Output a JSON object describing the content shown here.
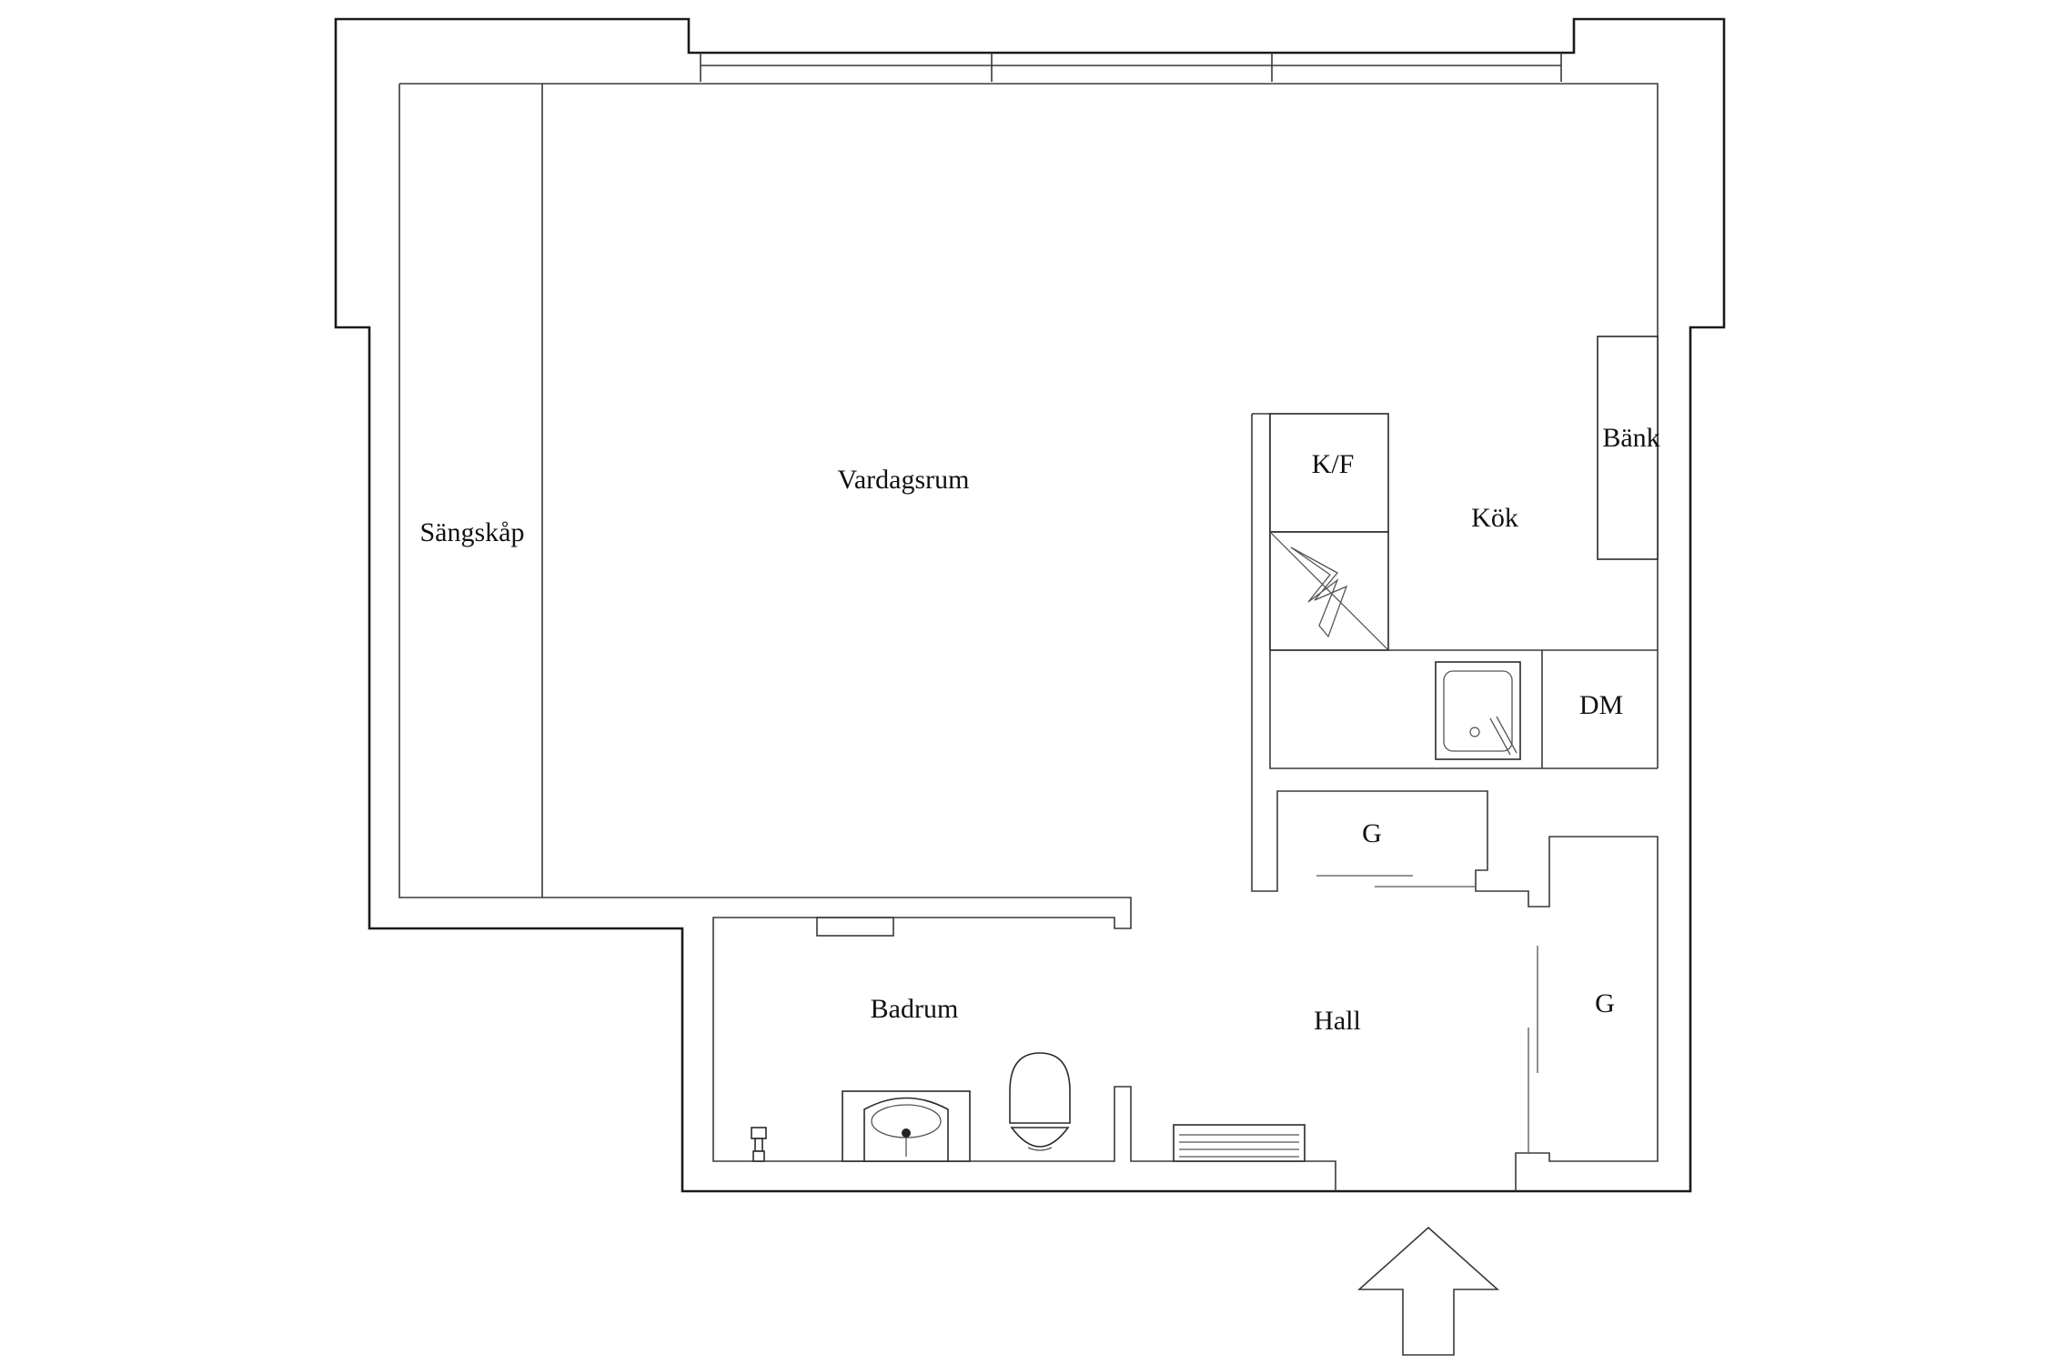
{
  "floorplan": {
    "rooms": {
      "vardagsrum": "Vardagsrum",
      "sangskap": "Sängskåp",
      "kok": "Kök",
      "kf": "K/F",
      "bank": "Bänk",
      "dm": "DM",
      "garderob_upper": "G",
      "garderob_right": "G",
      "badrum": "Badrum",
      "hall": "Hall"
    },
    "icons": {
      "stove": "stove-icon",
      "sink": "kitchen-sink-icon",
      "washbasin": "washbasin-icon",
      "toilet": "toilet-icon",
      "radiator": "radiator-icon",
      "floor_drain": "floor-drain-icon",
      "entrance_arrow": "entrance-arrow-icon"
    }
  }
}
